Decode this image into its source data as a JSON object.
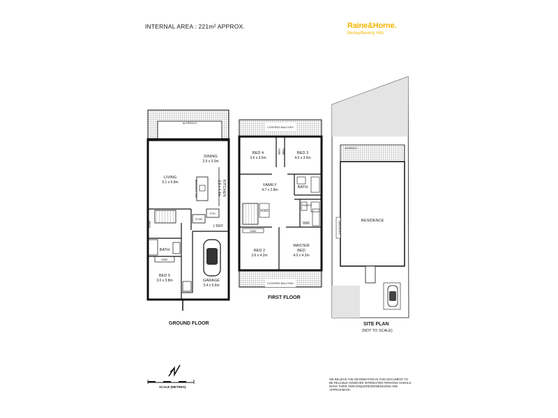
{
  "header": {
    "internal_area": "INTERNAL AREA : 221m² APPROX."
  },
  "brand": {
    "name": "Raine&Horne.",
    "branch": "Bexley/Beverly Hills",
    "color": "#f2b600"
  },
  "ground_floor": {
    "title": "GROUND FLOOR",
    "alfresco": "ALFRESCO",
    "dining": {
      "name": "DINING",
      "dims": "2.9 x 3.0m"
    },
    "living": {
      "name": "LIVING",
      "dims": "5.1 x 6.8m"
    },
    "kitchen": {
      "name": "KITCHEN",
      "dims": "2.9 x 4.3m"
    },
    "breakfast_bar": "BREAKFAST BAR",
    "store": "STORE",
    "store2": "STORE",
    "pantry": "PTRY",
    "laundry": "L'DRY",
    "bath": "BATH",
    "robe": "ROBE",
    "bed5": {
      "name": "BED 5",
      "dims": "3.0 x 3.8m"
    },
    "garage": {
      "name": "GARAGE",
      "dims": "3.4 x 5.6m"
    }
  },
  "first_floor": {
    "title": "FIRST FLOOR",
    "covered_balcony_top": "COVERED BALCONY",
    "covered_balcony_bottom": "COVERED BALCONY",
    "bed4": {
      "name": "BED 4",
      "dims": "3.6 x 3.6m"
    },
    "bed3": {
      "name": "BED 3",
      "dims": "4.0 x 3.6m"
    },
    "robe_a": "ROBE",
    "robe_b": "ROBE",
    "family": {
      "name": "FAMILY",
      "dims": "4.7 x 2.8m"
    },
    "bath": "BATH",
    "ensuite": "ENSUITE",
    "void": "VOID",
    "wir": "WIR",
    "robe_c": "ROBE",
    "bed2": {
      "name": "BED 2",
      "dims": "3.6 x 4.2m"
    },
    "master": {
      "name": "MASTER",
      "name2": "BED",
      "dims": "4.0 x 4.2m"
    }
  },
  "site_plan": {
    "title": "SITE PLAN",
    "subtitle": "(NOT TO SCALE)",
    "alfresco": "ALFRESCO",
    "residence": "RESIDENCE",
    "main_entry": "MAIN ENTRY"
  },
  "scale": {
    "label": "SCALE (METRES)"
  },
  "disclaimer": "WE BELIEVE THE INFORMATION IN THIS DOCUMENT TO BE RELIABLE HOWEVER INTERESTED PERSONS SHOULD MAKE THEIR OWN ENQUIRIES/DIMENSIONS ARE APPROXIMATE."
}
